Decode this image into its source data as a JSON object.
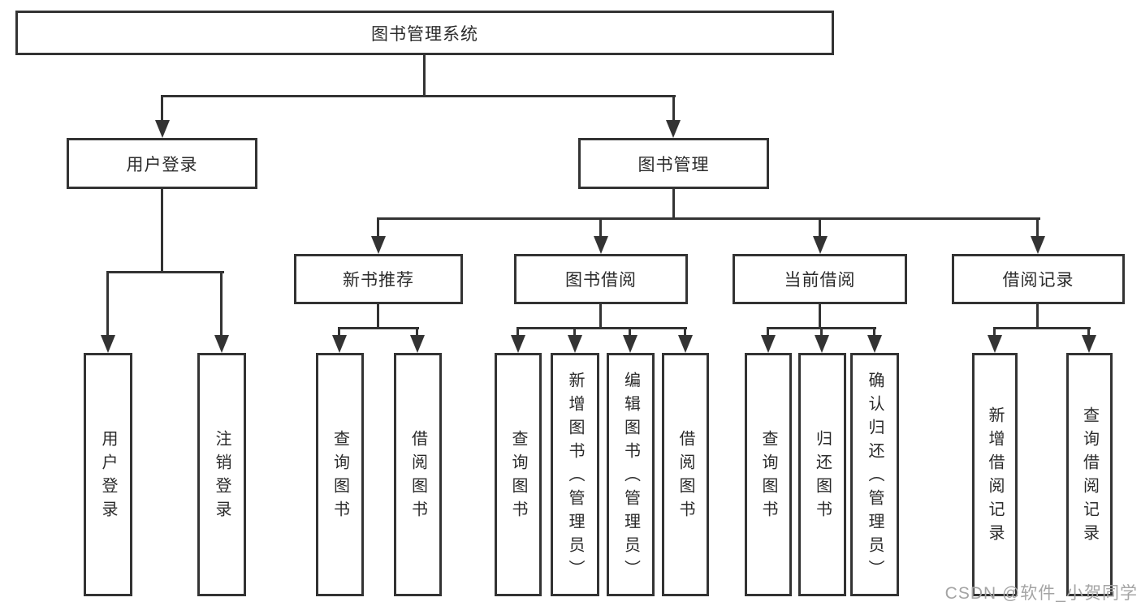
{
  "nodes": {
    "root": "图书管理系统",
    "l2": [
      "用户登录",
      "图书管理"
    ],
    "l3": [
      "新书推荐",
      "图书借阅",
      "当前借阅",
      "借阅记录"
    ],
    "g1": [
      "用户登录",
      "注销登录"
    ],
    "g2": [
      "查询图书",
      "借阅图书"
    ],
    "g3": [
      "查询图书",
      "新增图书（管理员）",
      "编辑图书（管理员）",
      "借阅图书"
    ],
    "g4": [
      "查询图书",
      "归还图书",
      "确认归还（管理员）"
    ],
    "g5": [
      "新增借阅记录",
      "查询借阅记录"
    ]
  },
  "colors": {
    "line": "#333333",
    "text": "#2b2b2b",
    "watermark": "#a4a4a4",
    "background": "#ffffff"
  },
  "watermark": "CSDN @软件_小贺同学"
}
